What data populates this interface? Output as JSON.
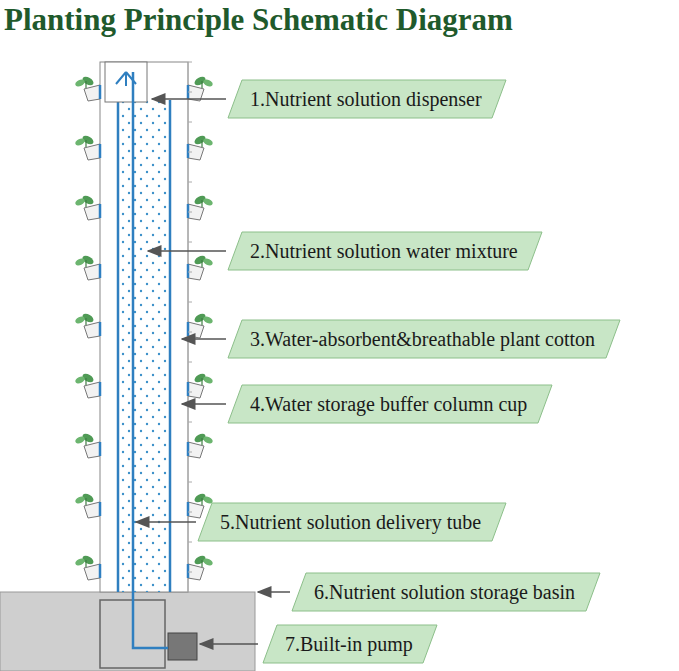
{
  "diagram": {
    "title": "Planting Principle Schematic Diagram",
    "nodes": [
      {
        "text": [
          "1.Nutrient solution dispenser"
        ]
      },
      {
        "text": [
          "2.Nutrient solution water mixture"
        ]
      },
      {
        "text": [
          "3.Water-absorbent&breathable plant cotton"
        ]
      },
      {
        "text": [
          "4.Water storage buffer column cup"
        ]
      },
      {
        "text": [
          "5.Nutrient solution delivery tube"
        ]
      },
      {
        "text": [
          "6.Nutrient solution storage basin"
        ]
      },
      {
        "text": [
          "7.Built-in pump"
        ]
      }
    ]
  }
}
